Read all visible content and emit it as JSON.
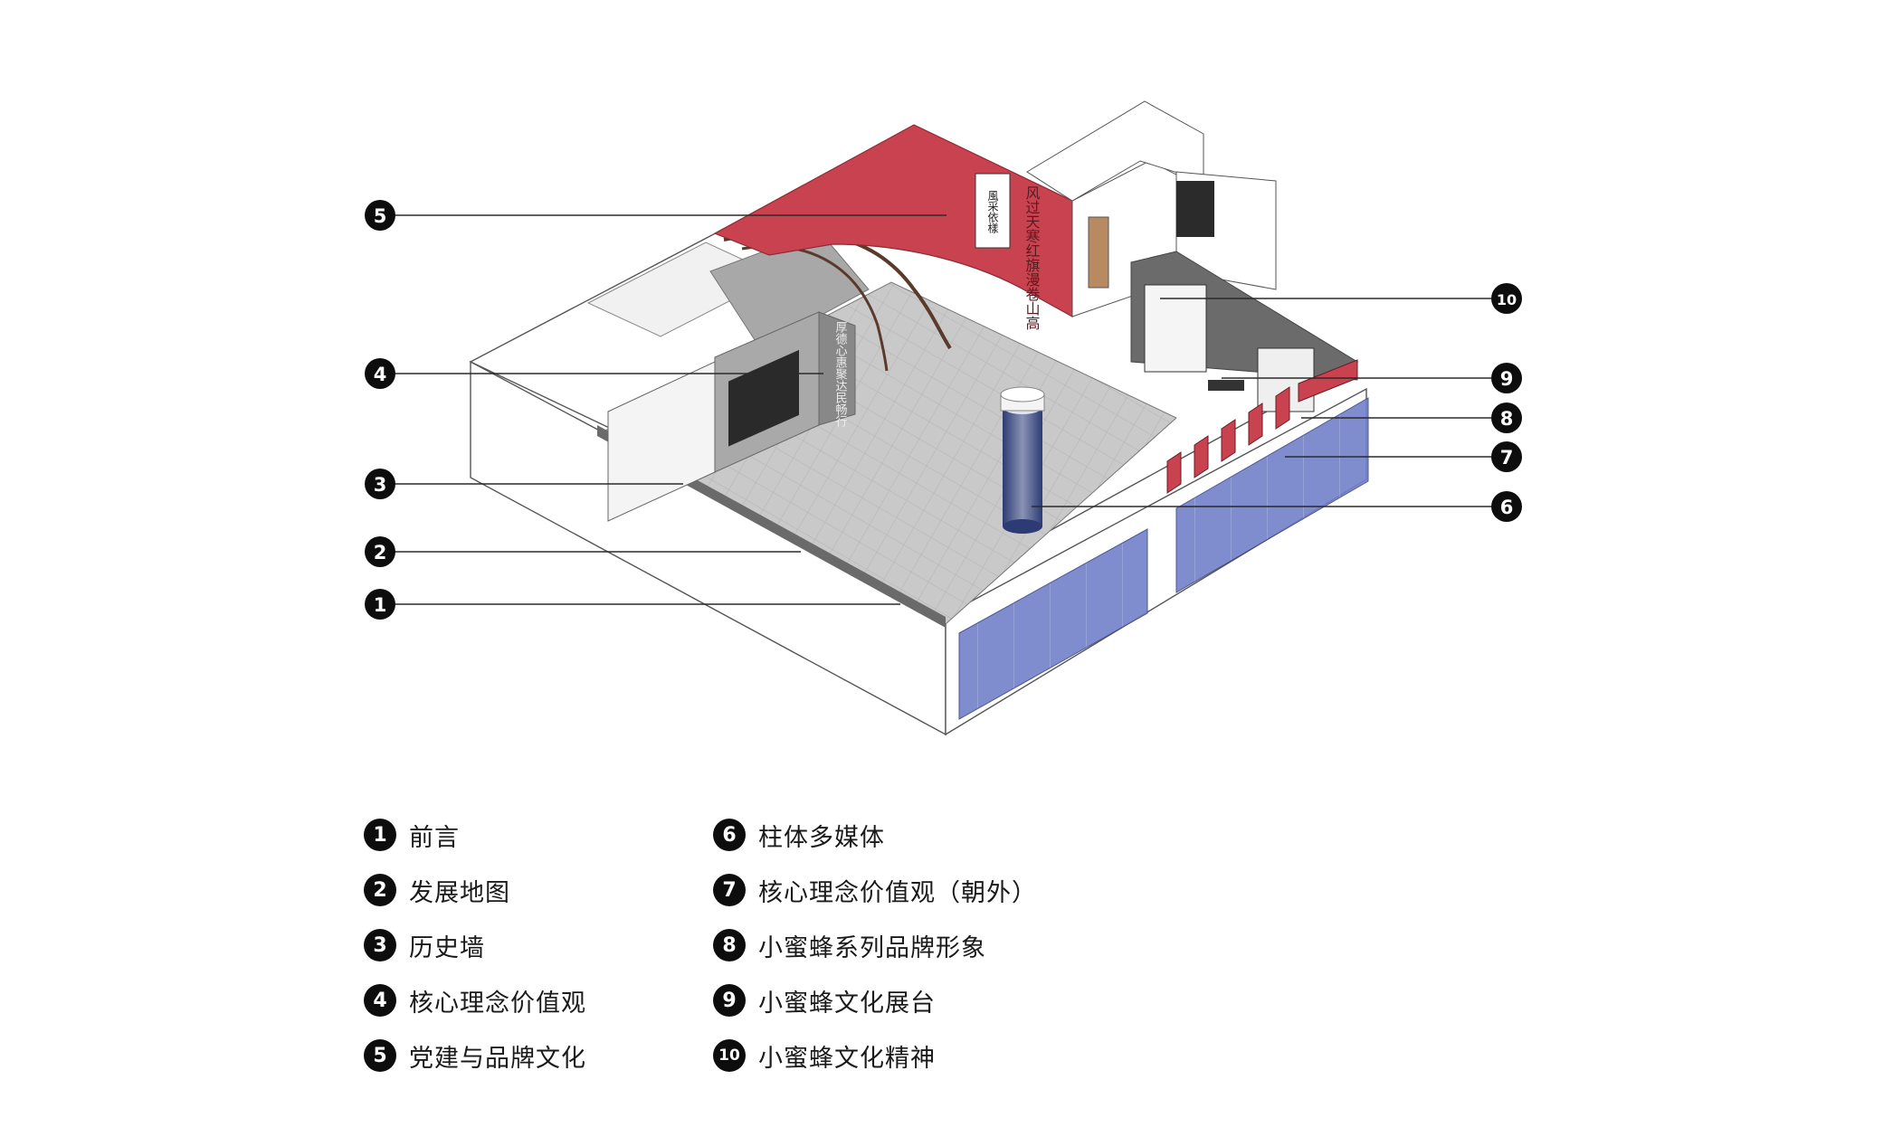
{
  "colors": {
    "accent_red": "#c9424f",
    "glass_blue": "#6f7fc9",
    "floor_grey": "#c7c7c7",
    "wall_white": "#ffffff",
    "dark_wall": "#6a6a6a",
    "callout_black": "#0d0d0d"
  },
  "wall_texts": {
    "red_wall_main": "风过天寒红旗漫卷山高",
    "red_wall_scroll": "風采依樣",
    "grey_wall": "厚德心惠聚达民畅行"
  },
  "callouts": [
    {
      "num": "1",
      "label": "前言"
    },
    {
      "num": "2",
      "label": "发展地图"
    },
    {
      "num": "3",
      "label": "历史墙"
    },
    {
      "num": "4",
      "label": "核心理念价值观"
    },
    {
      "num": "5",
      "label": "党建与品牌文化"
    },
    {
      "num": "6",
      "label": "柱体多媒体"
    },
    {
      "num": "7",
      "label": "核心理念价值观（朝外）"
    },
    {
      "num": "8",
      "label": "小蜜蜂系列品牌形象"
    },
    {
      "num": "9",
      "label": "小蜜蜂文化展台"
    },
    {
      "num": "10",
      "label": "小蜜蜂文化精神"
    }
  ]
}
